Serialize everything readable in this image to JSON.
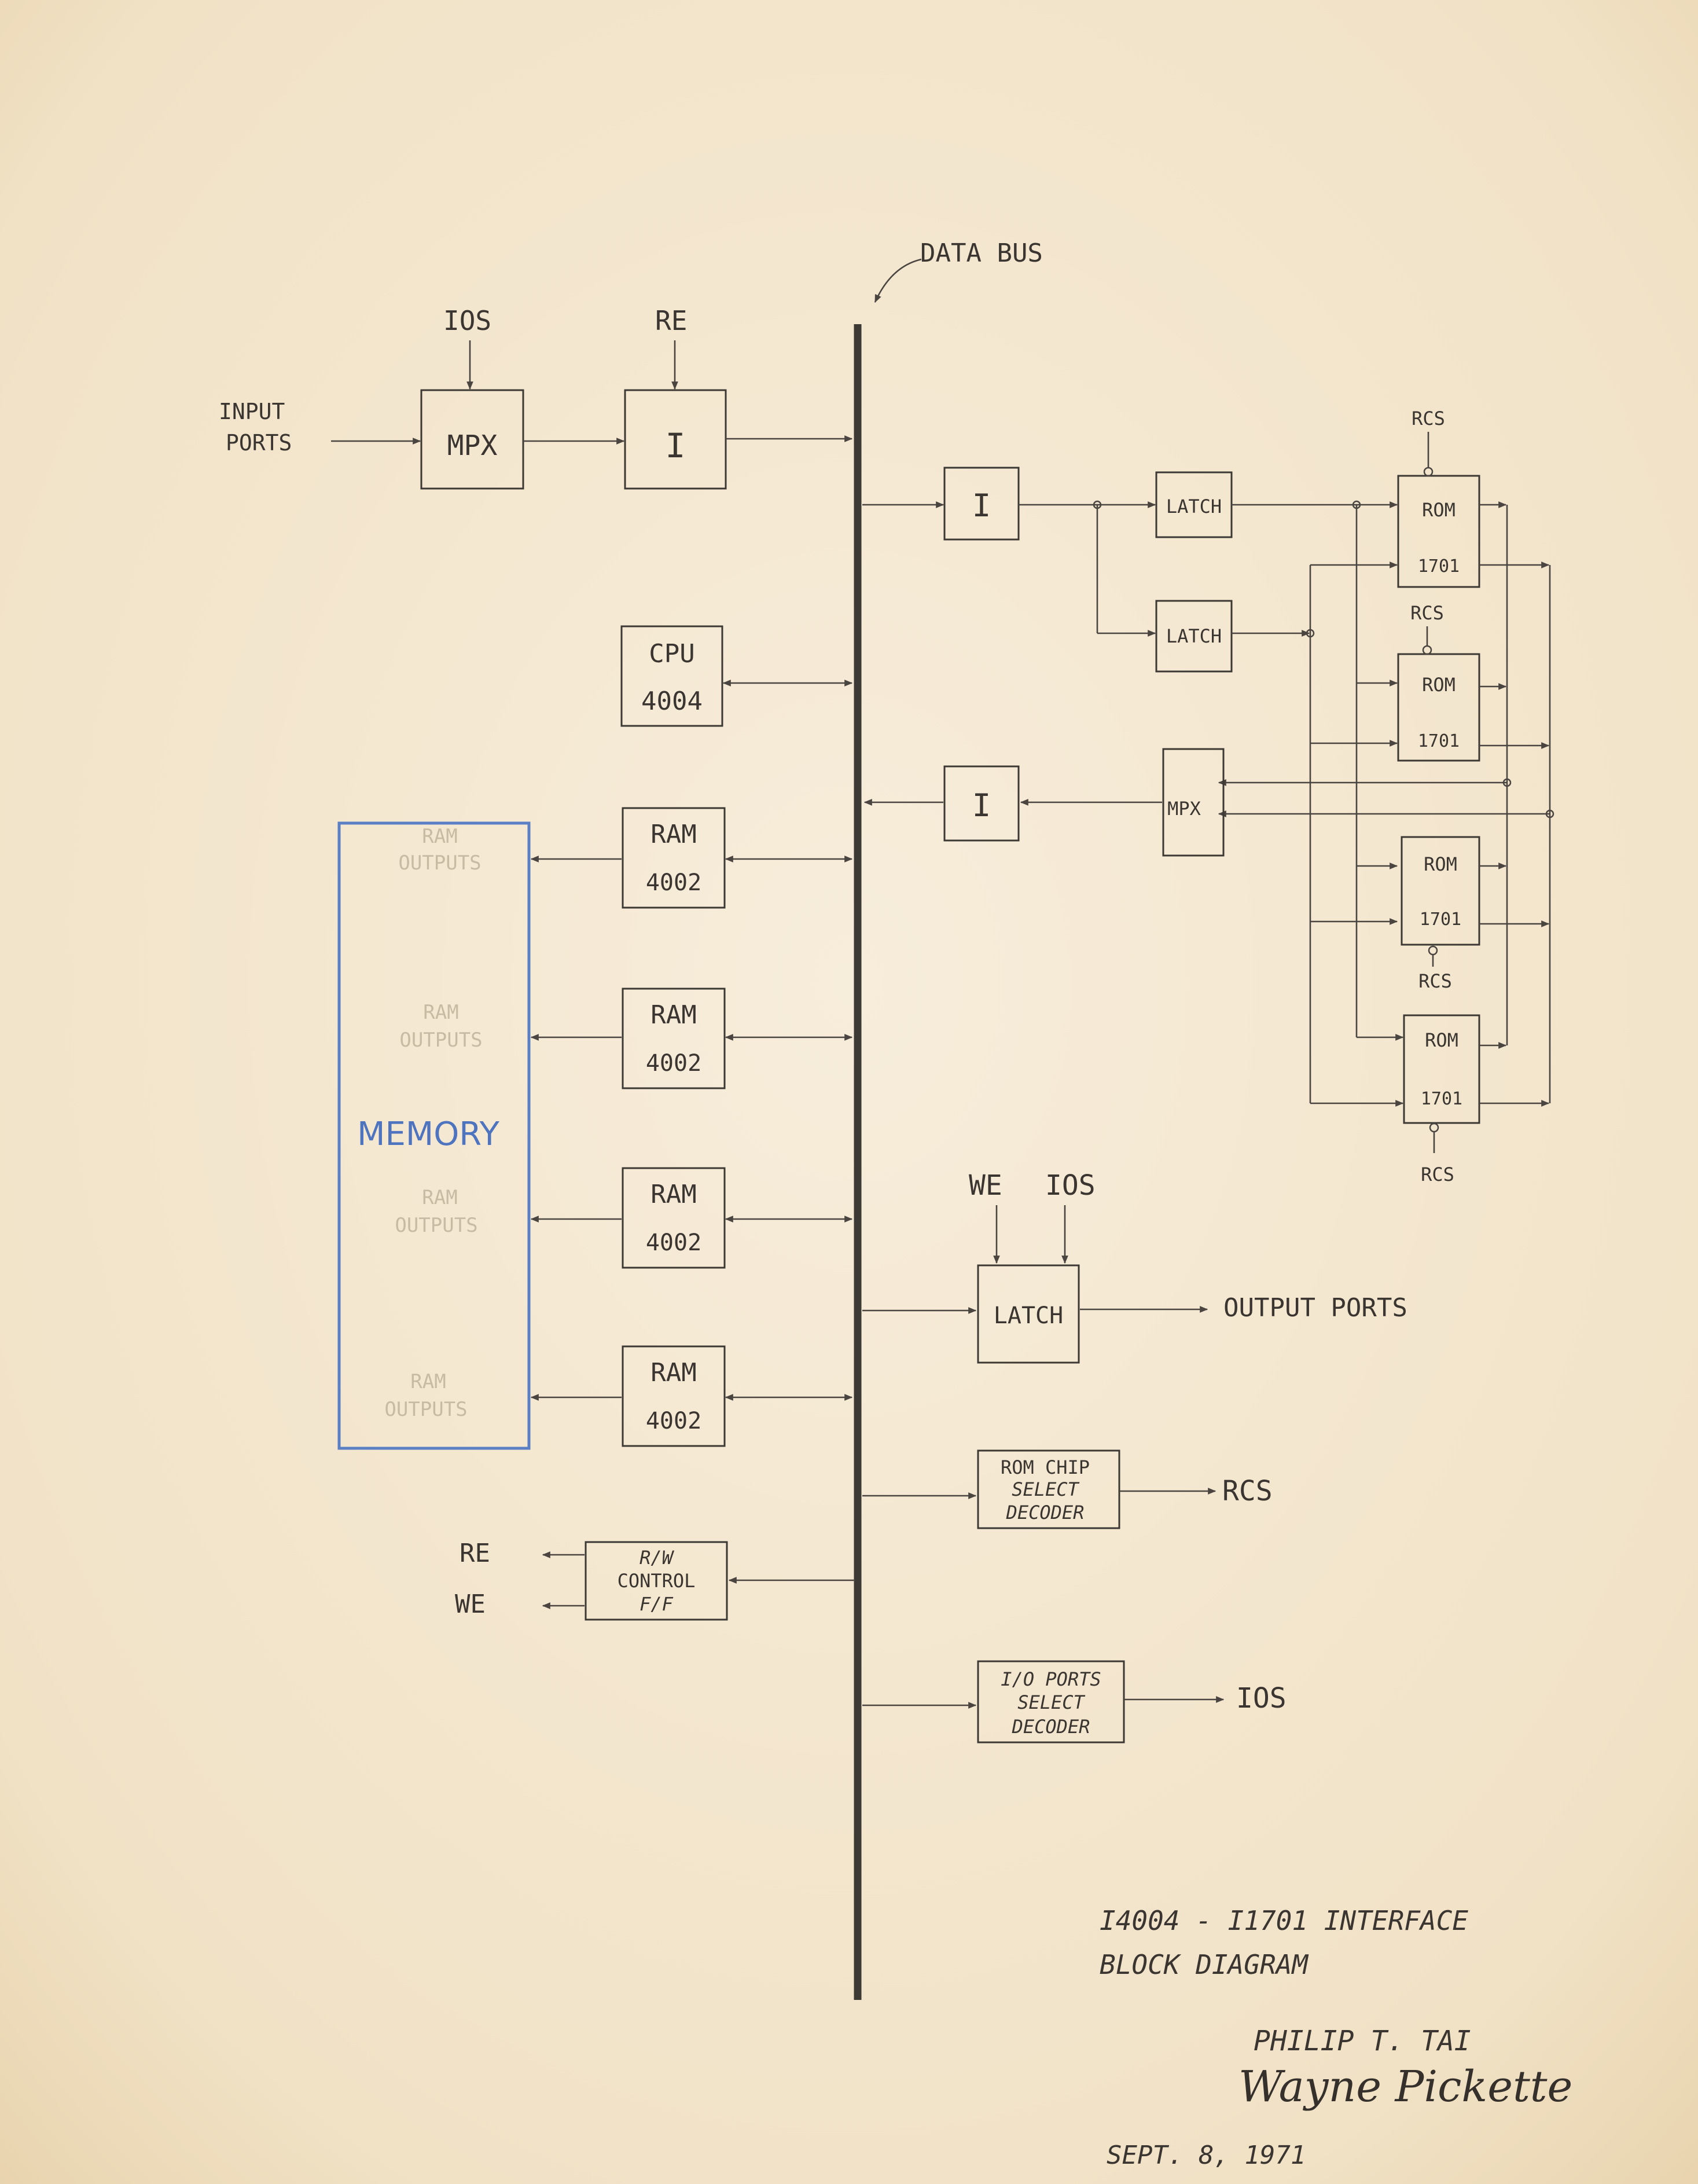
{
  "title": {
    "line1": "I4004 - I1701 INTERFACE",
    "line2": "BLOCK DIAGRAM"
  },
  "authors": {
    "name1": "PHILIP T. TAI",
    "signature": "Wayne Pickette",
    "date": "SEPT. 8, 1971"
  },
  "bus": {
    "label": "DATA BUS"
  },
  "inputs": {
    "input_ports_1": "INPUT",
    "input_ports_2": "PORTS",
    "ios": "IOS",
    "re": "RE",
    "mpx": "MPX",
    "buffer": "I"
  },
  "cpu": {
    "line1": "CPU",
    "line2": "4004"
  },
  "rams": [
    {
      "line1": "RAM",
      "line2": "4002"
    },
    {
      "line1": "RAM",
      "line2": "4002"
    },
    {
      "line1": "RAM",
      "line2": "4002"
    },
    {
      "line1": "RAM",
      "line2": "4002"
    }
  ],
  "memory": {
    "label": "MEMORY",
    "faint": [
      {
        "line1": "RAM",
        "line2": "OUTPUTS"
      },
      {
        "line1": "RAM",
        "line2": "OUTPUTS"
      },
      {
        "line1": "RAM",
        "line2": "OUTPUTS"
      },
      {
        "line1": "RAM",
        "line2": "OUTPUTS"
      }
    ],
    "color": "#5a7fc4"
  },
  "rw": {
    "line1": "R/W",
    "line2": "CONTROL",
    "line3": "F/F",
    "re": "RE",
    "we": "WE"
  },
  "rom_section": {
    "buffer_out": "I",
    "buffer_in": "I",
    "latch1": "LATCH",
    "latch2": "LATCH",
    "mpx": "MPX",
    "roms": [
      {
        "line1": "ROM",
        "line2": "1701",
        "rcs": "RCS"
      },
      {
        "line1": "ROM",
        "line2": "1701",
        "rcs": "RCS"
      },
      {
        "line1": "ROM",
        "line2": "1701",
        "rcs": "RCS"
      },
      {
        "line1": "ROM",
        "line2": "1701",
        "rcs": "RCS"
      }
    ]
  },
  "output": {
    "we": "WE",
    "ios": "IOS",
    "latch": "LATCH",
    "ports": "OUTPUT PORTS"
  },
  "rom_decoder": {
    "line1": "ROM CHIP",
    "line2": "SELECT",
    "line3": "DECODER",
    "out": "RCS"
  },
  "io_decoder": {
    "line1": "I/O PORTS",
    "line2": "SELECT",
    "line3": "DECODER",
    "out": "IOS"
  }
}
